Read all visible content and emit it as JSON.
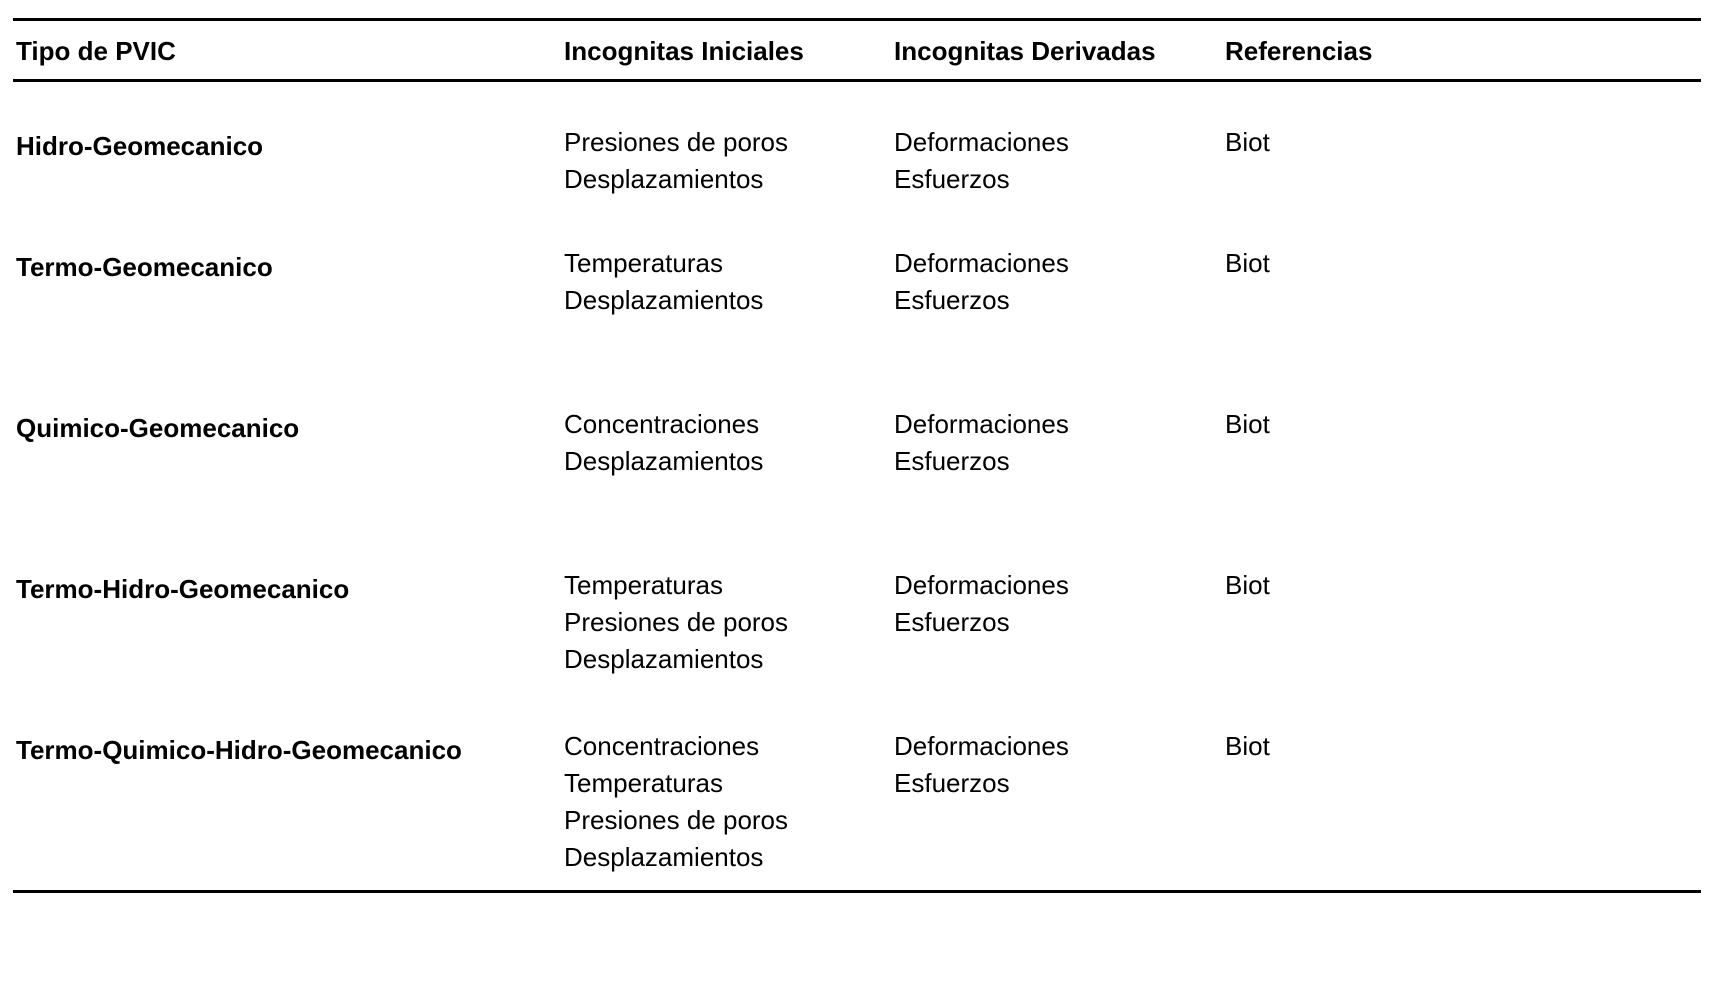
{
  "headers": {
    "tipo": "Tipo de PVIC",
    "iniciales": "Incognitas Iniciales",
    "derivadas": "Incognitas Derivadas",
    "referencias": "Referencias"
  },
  "rows": [
    {
      "tipo": "Hidro-Geomecanico",
      "iniciales": [
        "Presiones de poros",
        "Desplazamientos"
      ],
      "derivadas": [
        "Deformaciones",
        "Esfuerzos"
      ],
      "referencias": "Biot"
    },
    {
      "tipo": "Termo-Geomecanico",
      "iniciales": [
        "Temperaturas",
        "Desplazamientos"
      ],
      "derivadas": [
        "Deformaciones",
        "Esfuerzos"
      ],
      "referencias": "Biot"
    },
    {
      "tipo": "Quimico-Geomecanico",
      "iniciales": [
        "Concentraciones",
        "Desplazamientos"
      ],
      "derivadas": [
        "Deformaciones",
        "Esfuerzos"
      ],
      "referencias": "Biot"
    },
    {
      "tipo": "Termo-Hidro-Geomecanico",
      "iniciales": [
        "Temperaturas",
        "Presiones de poros",
        "Desplazamientos"
      ],
      "derivadas": [
        "Deformaciones",
        "Esfuerzos"
      ],
      "referencias": "Biot"
    },
    {
      "tipo": "Termo-Quimico-Hidro-Geomecanico",
      "iniciales": [
        "Concentraciones",
        "Temperaturas",
        "Presiones de poros",
        "Desplazamientos"
      ],
      "derivadas": [
        "Deformaciones",
        "Esfuerzos"
      ],
      "referencias": "Biot"
    }
  ]
}
